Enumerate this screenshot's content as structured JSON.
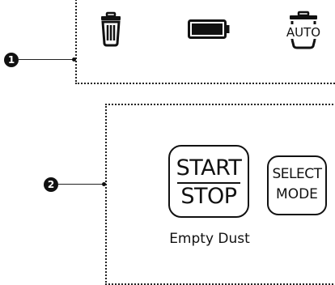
{
  "callouts": {
    "first": "1",
    "second": "2"
  },
  "icons": {
    "trash": "trash-icon",
    "battery": "battery-icon",
    "auto": "auto-empty-icon"
  },
  "auto_icon_text": "AUTO",
  "buttons": {
    "start_stop": {
      "top": "START",
      "bottom": "STOP"
    },
    "select_mode": {
      "top": "SELECT",
      "bottom": "MODE"
    }
  },
  "start_stop_caption": "Empty Dust",
  "colors": {
    "line": "#222222",
    "fill": "#111111",
    "background": "#ffffff"
  }
}
